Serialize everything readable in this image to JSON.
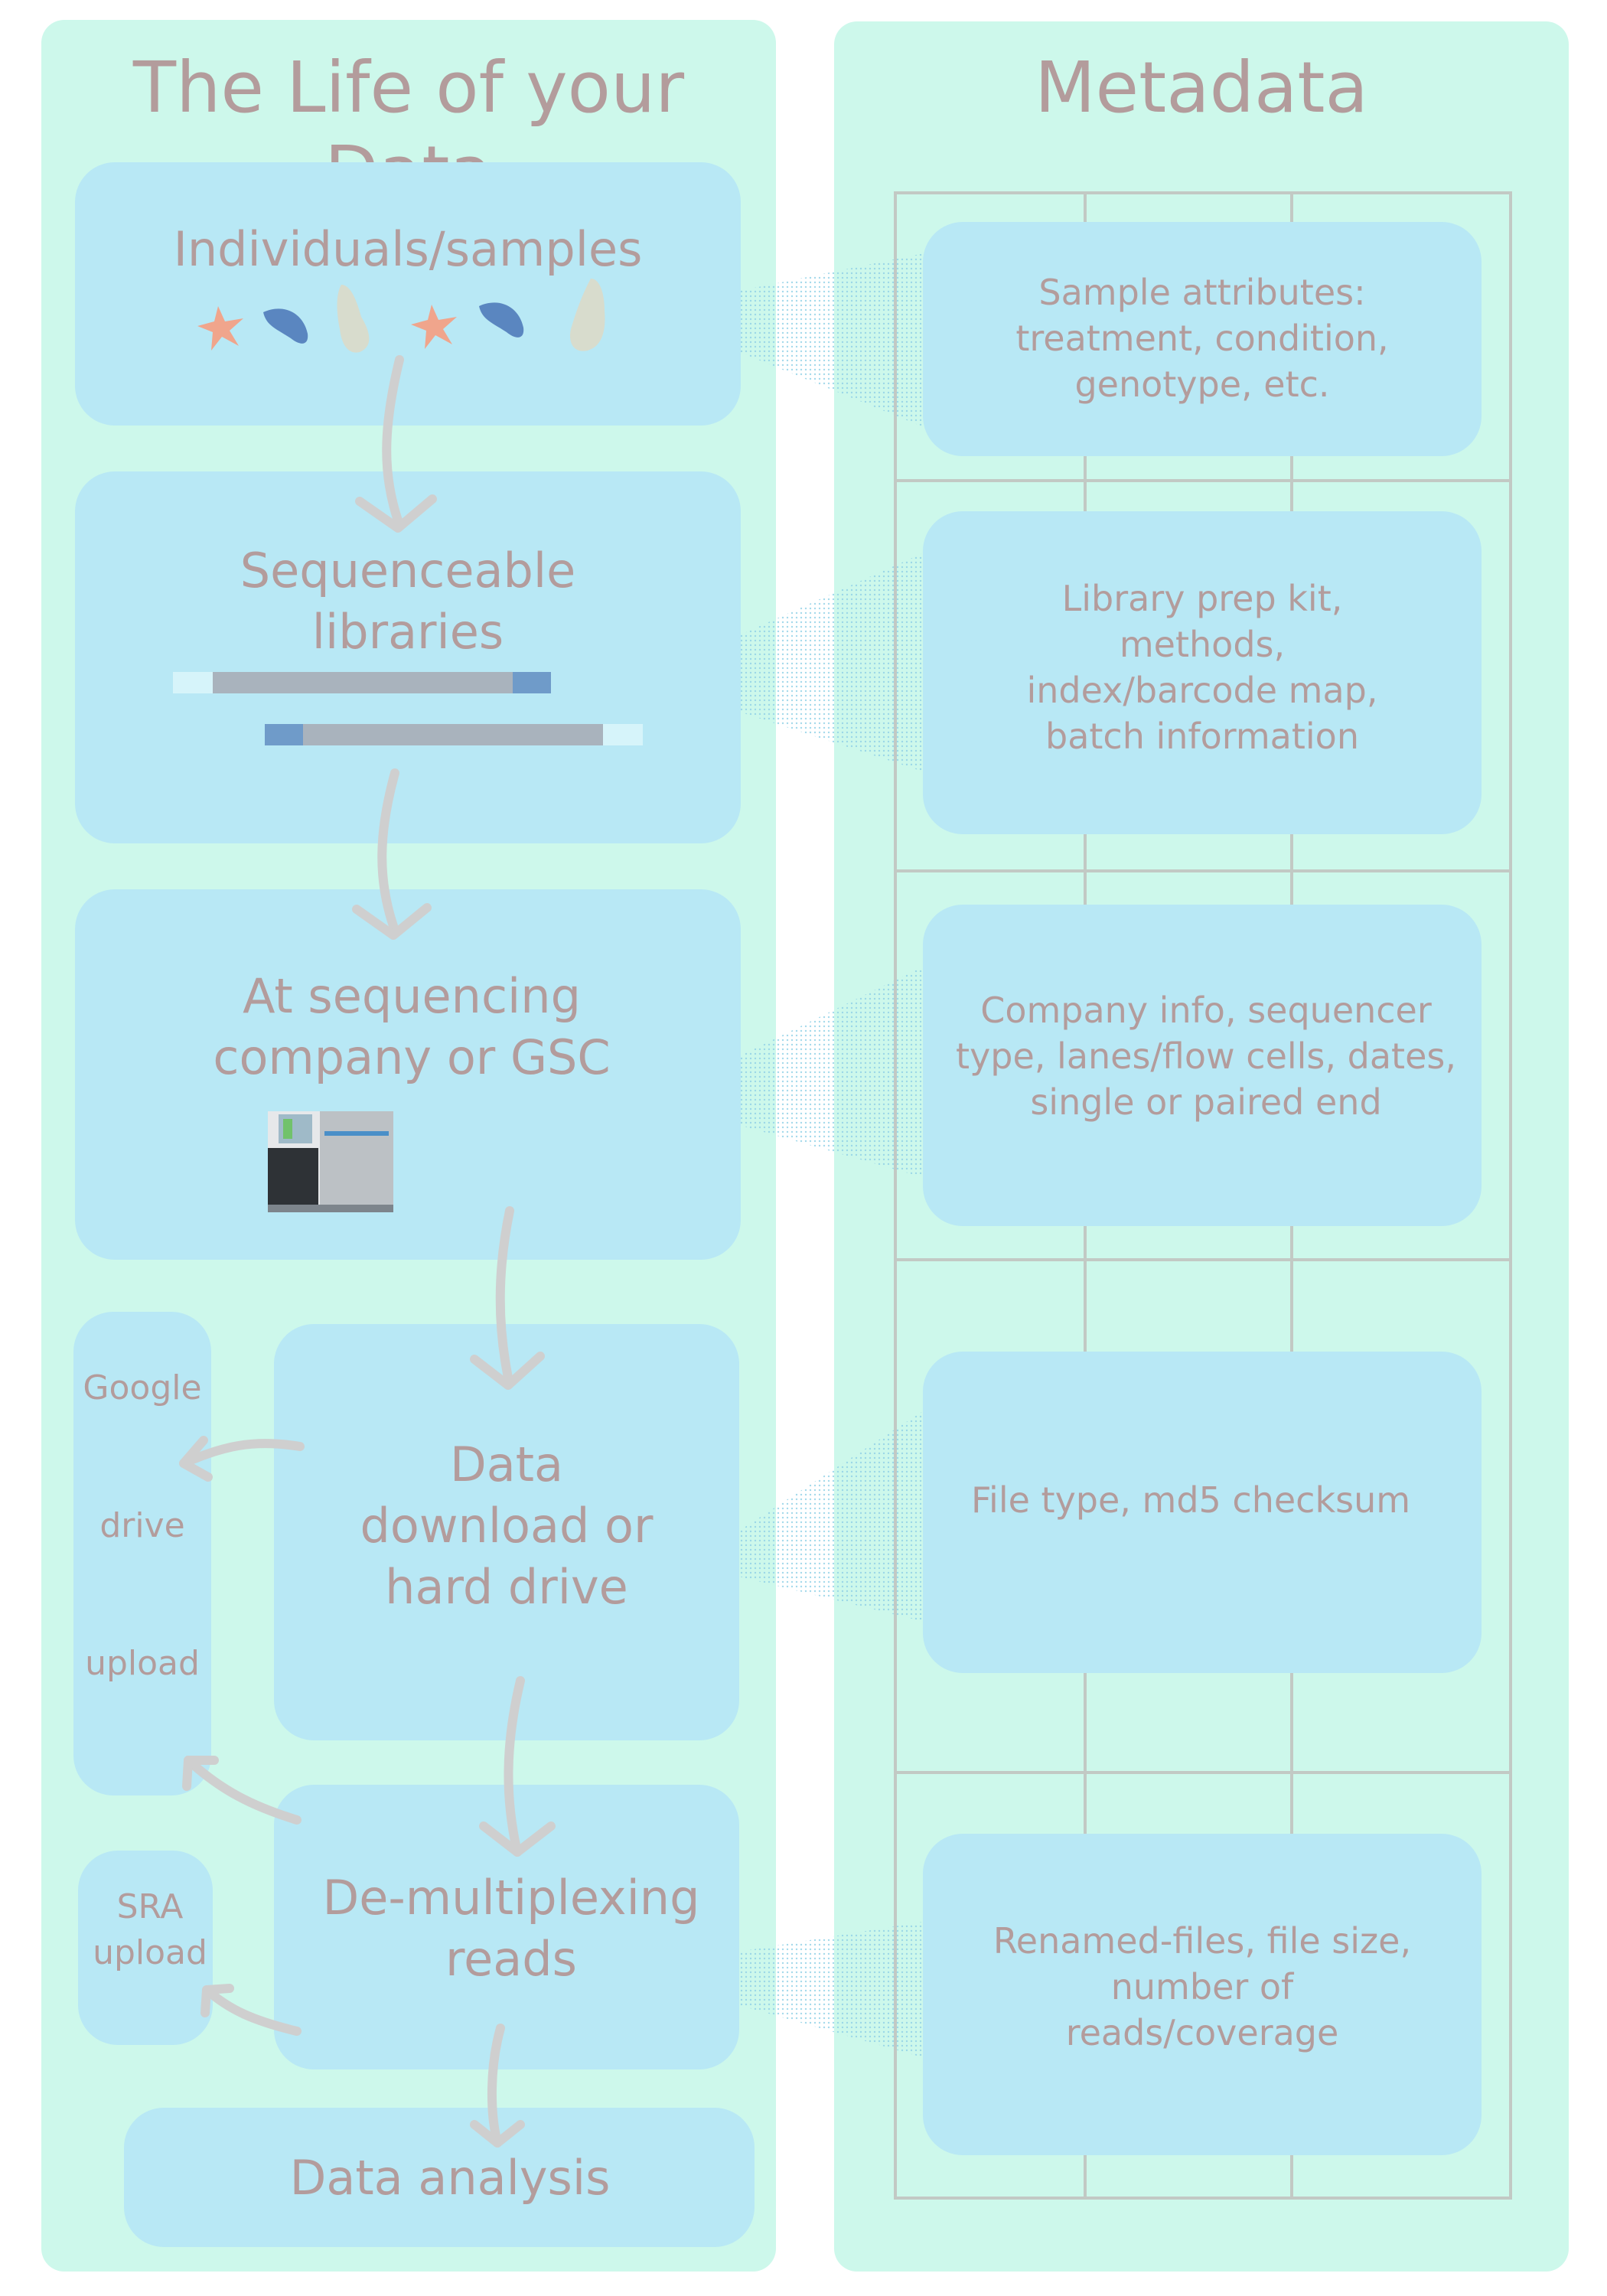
{
  "left_panel": {
    "title": "The Life of your Data",
    "steps": [
      {
        "label": "Individuals/samples"
      },
      {
        "label": "Sequenceable\nlibraries"
      },
      {
        "label": "At sequencing\ncompany or GSC"
      },
      {
        "label": "Data\ndownload or\nhard drive"
      },
      {
        "label": "De-multiplexing\nreads"
      },
      {
        "label": "Data analysis"
      }
    ],
    "side_boxes": {
      "gdrive": [
        "Google",
        "drive",
        "upload"
      ],
      "sra": "SRA\nupload"
    }
  },
  "right_panel": {
    "title": "Metadata",
    "items": [
      "Sample attributes:\ntreatment, condition,\ngenotype, etc.",
      "Library prep kit,\nmethods,\nindex/barcode map,\nbatch information",
      "Company info, sequencer\ntype, lanes/flow cells, dates,\nsingle or paired end",
      "File type, md5 checksum",
      "Renamed-files, file size,\nnumber of\nreads/coverage"
    ]
  },
  "colors": {
    "panel": "#cdf8eb",
    "box": "#b8e8f5",
    "text": "#b39c9c",
    "arrow": "#cfcfcf",
    "grid": "#c2c9c4"
  },
  "icons": [
    "starfish-icon",
    "mussel-icon",
    "shell-icon",
    "sequencer-machine-icon"
  ]
}
